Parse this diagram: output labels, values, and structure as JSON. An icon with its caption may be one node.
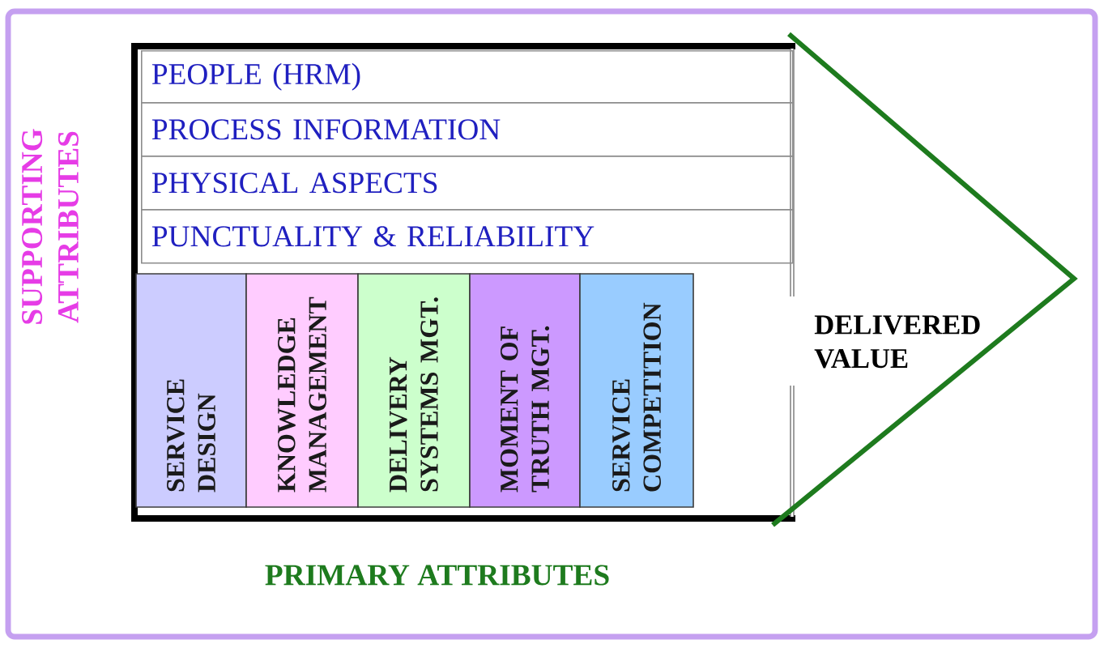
{
  "diagram": {
    "nodes": [
      {
        "text": [],
        "shape": "box"
      },
      {
        "text": [
          "PEOPLE (HRM)"
        ],
        "in": 0
      },
      {
        "text": [
          "PROCESS INFORMATION"
        ],
        "in": 0
      },
      {
        "text": [
          "PHYSICAL ASPECTS"
        ],
        "in": 0
      },
      {
        "text": [
          "PUNCTUALITY & RELIABILITY"
        ],
        "in": 0
      },
      {
        "text": [
          "SERVICE DESIGN"
        ],
        "in": 0
      },
      {
        "text": [
          "KNOWLEDGE MANAGEMENT"
        ],
        "in": 0
      },
      {
        "text": [
          "DELIVERY SYSTEMS MGT."
        ],
        "in": 0
      },
      {
        "text": [
          "MOMENT OF TRUTH MGT."
        ],
        "in": 0
      },
      {
        "text": [
          "SERVICE COMPETITION"
        ],
        "in": 0
      },
      {
        "text": [
          "DELIVERED VALUE"
        ]
      }
    ],
    "labels": [
      "SUPPORTING ATTRIBUTES",
      "PRIMARY ATTRIBUTES"
    ]
  }
}
